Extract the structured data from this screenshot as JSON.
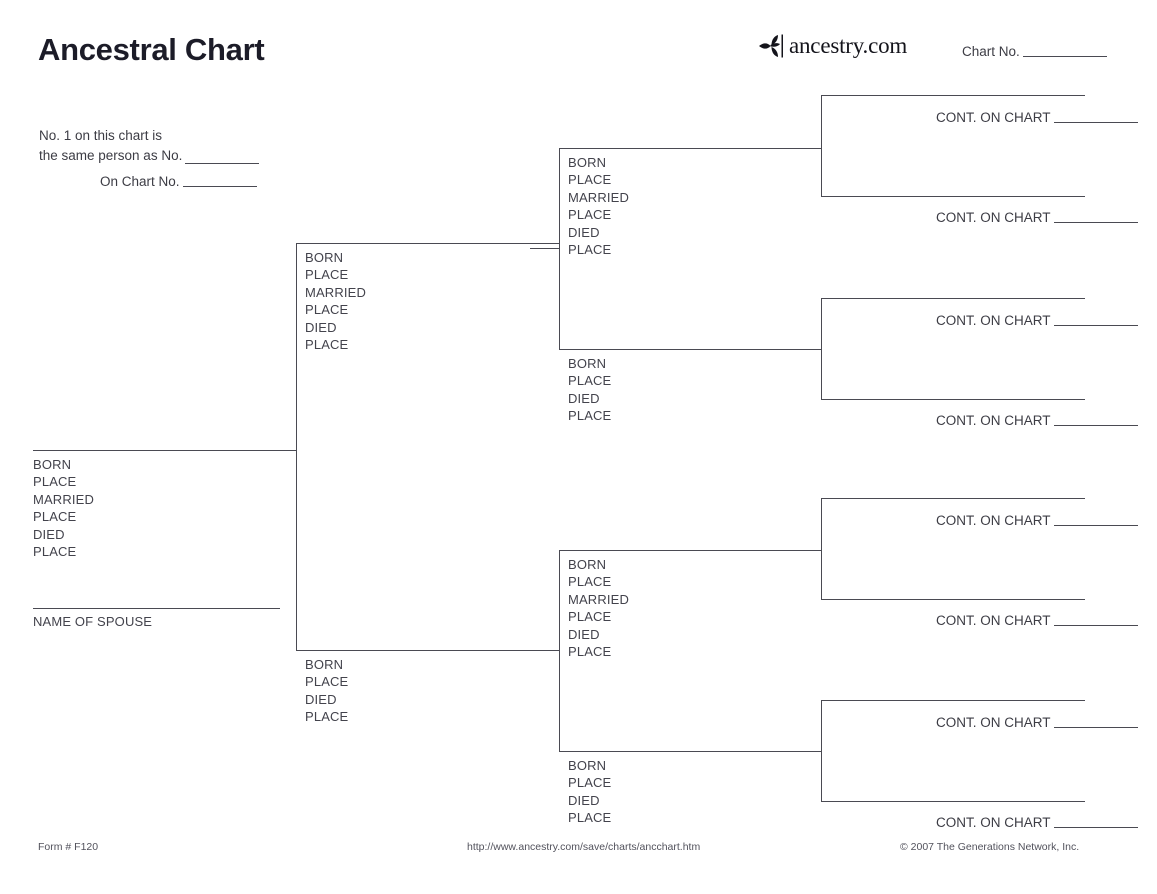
{
  "header": {
    "title": "Ancestral Chart",
    "brand_icon": "ancestry-leaf-icon",
    "brand_text": "ancestry.com",
    "chart_no_label": "Chart No.",
    "same_person_line1": "No. 1 on this chart is",
    "same_person_line2": "the same person as No.",
    "on_chart_label": "On Chart No."
  },
  "fields": {
    "born": "BORN",
    "place": "PLACE",
    "married": "MARRIED",
    "died": "DIED",
    "spouse": "NAME OF SPOUSE",
    "cont_on_chart": "CONT. ON CHART"
  },
  "footer": {
    "form": "Form # F120",
    "url": "http://www.ancestry.com/save/charts/ancchart.htm",
    "copyright": "© 2007 The Generations Network, Inc."
  },
  "colors": {
    "ink": "#3c3c44",
    "rule": "#4a4a52",
    "title": "#1c1c28"
  },
  "chart_data": {
    "type": "diagram",
    "title": "Ancestral Chart",
    "generations": 4,
    "person_boxes": [
      {
        "id": 1,
        "generation": 1,
        "fields": [
          "BORN",
          "PLACE",
          "MARRIED",
          "PLACE",
          "DIED",
          "PLACE"
        ],
        "has_spouse_line": true
      },
      {
        "id": 2,
        "generation": 2,
        "fields": [
          "BORN",
          "PLACE",
          "MARRIED",
          "PLACE",
          "DIED",
          "PLACE"
        ],
        "has_spouse_line": false
      },
      {
        "id": 3,
        "generation": 2,
        "fields": [
          "BORN",
          "PLACE",
          "DIED",
          "PLACE"
        ],
        "has_spouse_line": false
      },
      {
        "id": 4,
        "generation": 3,
        "fields": [
          "BORN",
          "PLACE",
          "MARRIED",
          "PLACE",
          "DIED",
          "PLACE"
        ],
        "has_spouse_line": false
      },
      {
        "id": 5,
        "generation": 3,
        "fields": [
          "BORN",
          "PLACE",
          "DIED",
          "PLACE"
        ],
        "has_spouse_line": false
      },
      {
        "id": 6,
        "generation": 3,
        "fields": [
          "BORN",
          "PLACE",
          "MARRIED",
          "PLACE",
          "DIED",
          "PLACE"
        ],
        "has_spouse_line": false
      },
      {
        "id": 7,
        "generation": 3,
        "fields": [
          "BORN",
          "PLACE",
          "DIED",
          "PLACE"
        ],
        "has_spouse_line": false
      },
      {
        "id": 8,
        "generation": 4,
        "fields": [],
        "cont": "CONT. ON CHART"
      },
      {
        "id": 9,
        "generation": 4,
        "fields": [],
        "cont": "CONT. ON CHART"
      },
      {
        "id": 10,
        "generation": 4,
        "fields": [],
        "cont": "CONT. ON CHART"
      },
      {
        "id": 11,
        "generation": 4,
        "fields": [],
        "cont": "CONT. ON CHART"
      },
      {
        "id": 12,
        "generation": 4,
        "fields": [],
        "cont": "CONT. ON CHART"
      },
      {
        "id": 13,
        "generation": 4,
        "fields": [],
        "cont": "CONT. ON CHART"
      },
      {
        "id": 14,
        "generation": 4,
        "fields": [],
        "cont": "CONT. ON CHART"
      },
      {
        "id": 15,
        "generation": 4,
        "fields": [],
        "cont": "CONT. ON CHART"
      }
    ],
    "cont_on_chart_count": 8
  }
}
